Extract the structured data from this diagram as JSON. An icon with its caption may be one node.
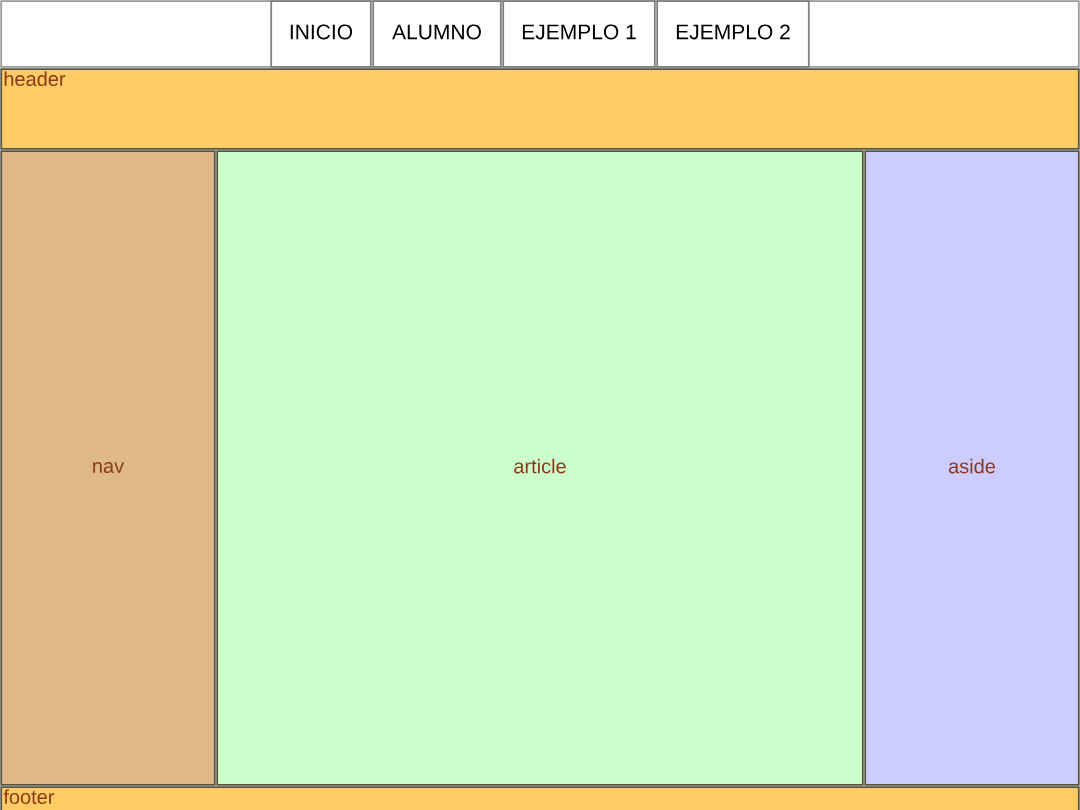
{
  "diagram": {
    "nodes": [
      {
        "text": [],
        "shape": "box"
      },
      {
        "text": [
          "INICIO"
        ],
        "in": 0
      },
      {
        "text": [
          "ALUMNO"
        ],
        "in": 0
      },
      {
        "text": [
          "EJEMPLO 1"
        ],
        "in": 0
      },
      {
        "text": [
          "EJEMPLO 2"
        ],
        "in": 0
      },
      {
        "text": [
          "header"
        ]
      },
      {
        "text": [
          "nav"
        ]
      },
      {
        "text": [
          "article"
        ]
      },
      {
        "text": [
          "aside"
        ]
      },
      {
        "text": [
          "footer"
        ]
      }
    ]
  }
}
